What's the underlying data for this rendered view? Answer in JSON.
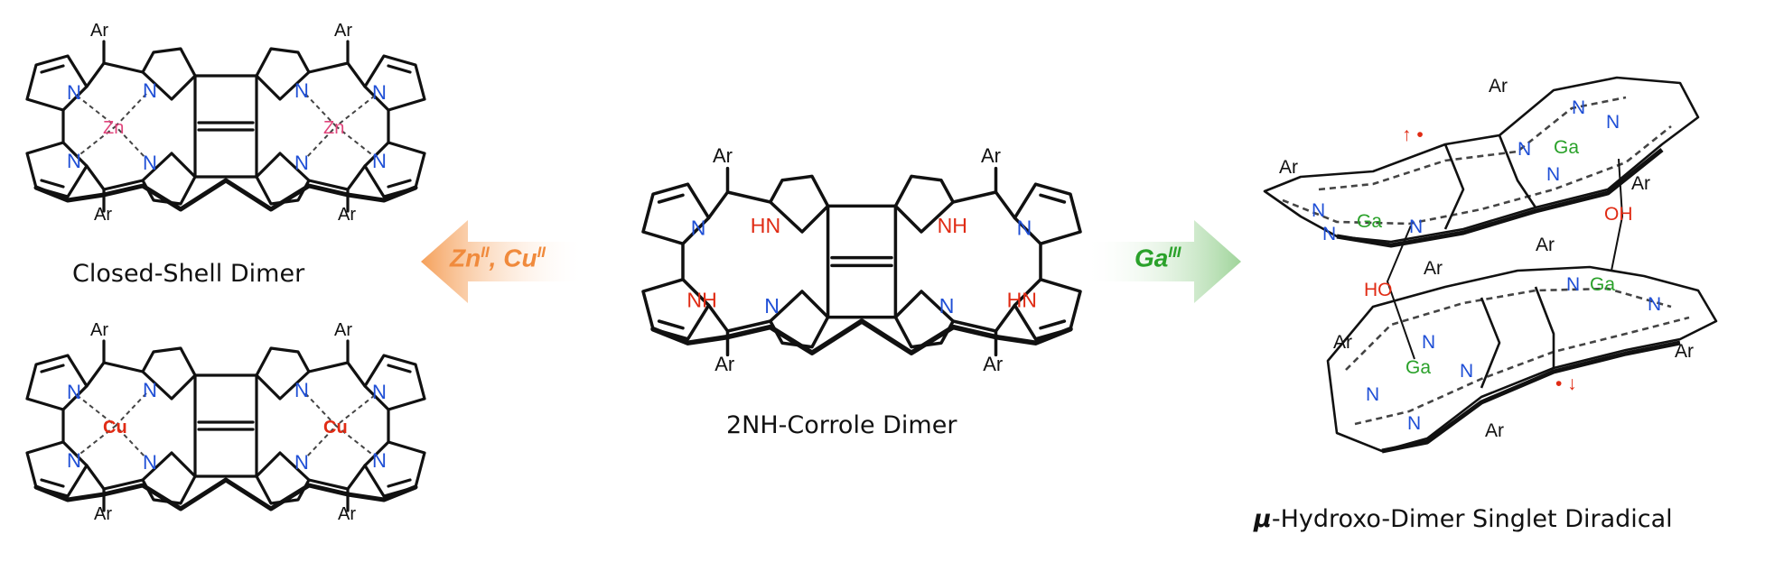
{
  "molecules": {
    "zn_dimer": {
      "metal": "Zn",
      "substituent": "Ar",
      "donor": "N"
    },
    "cu_dimer": {
      "metal": "Cu",
      "substituent": "Ar",
      "donor": "N"
    },
    "corrole_dimer": {
      "substituent": "Ar",
      "nh": "NH",
      "hn": "HN",
      "n": "N"
    },
    "ga_dimer": {
      "metal": "Ga",
      "substituent": "Ar",
      "donor": "N",
      "oh": "OH",
      "ho": "HO",
      "radical_up": "↑ •",
      "radical_down": "• ↓"
    }
  },
  "captions": {
    "closed_shell": "Closed-Shell Dimer",
    "corrole": "2NH-Corrole Dimer",
    "mu_hydroxo": "-Hydroxo-Dimer Singlet Diradical",
    "mu_symbol": "μ"
  },
  "arrows": {
    "left": {
      "zn": "Zn",
      "zn_ox": "II",
      "sep": ", ",
      "cu": "Cu",
      "cu_ox": "II"
    },
    "right": {
      "ga": "Ga",
      "ga_ox": "III"
    }
  },
  "colors": {
    "nitrogen": "#1f4fd6",
    "nh_red": "#e02b14",
    "zinc": "#e0457b",
    "copper": "#e02b14",
    "gallium": "#2aa12a",
    "left_arrow": "#f5a05a",
    "left_label": "#f08a3c",
    "right_arrow": "#9fd49a",
    "right_label": "#2aa12a"
  }
}
